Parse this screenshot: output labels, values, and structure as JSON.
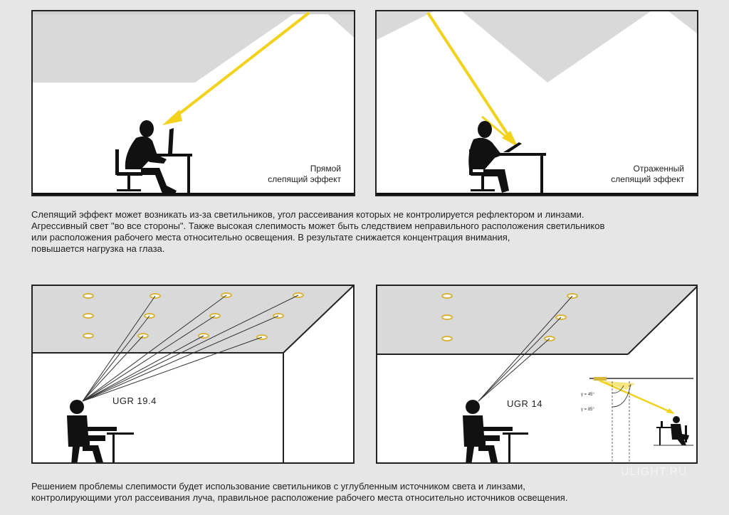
{
  "top_panels": {
    "direct": {
      "caption_line1": "Прямой",
      "caption_line2": "слепящий эффект"
    },
    "reflected": {
      "caption_line1": "Отраженный",
      "caption_line2": "слепящий эффект"
    }
  },
  "paragraph_top": {
    "lines": [
      "Слепящий эффект может возникать из-за светильников, угол рассеивания которых не контролируется рефлектором и линзами.",
      "Агрессивный свет \"во все стороны\". Также высокая слепимость может быть следствием неправильного расположения светильников",
      "или расположения рабочего места относительно освещения. В результате снижается концентрация внимания,",
      "повышается нагрузка на глаза."
    ]
  },
  "bottom_panels": {
    "left": {
      "ugr_label": "UGR 19.4"
    },
    "right": {
      "ugr_label": "UGR 14",
      "angle_45": "γ = 45°",
      "angle_85": "γ = 85°"
    }
  },
  "paragraph_bottom": {
    "lines": [
      "Решением проблемы слепимости будет использование светильников с углубленным источником света и линзами,",
      "контролирующими угол рассеивания луча, правильное расположение рабочего места относительно источников освещения."
    ]
  },
  "watermark": "ULIGHT.RU",
  "colors": {
    "beam": "#f2d21a",
    "ceiling": "#d9d9d9",
    "figure": "#111111",
    "lamp": "#d8b43a"
  }
}
